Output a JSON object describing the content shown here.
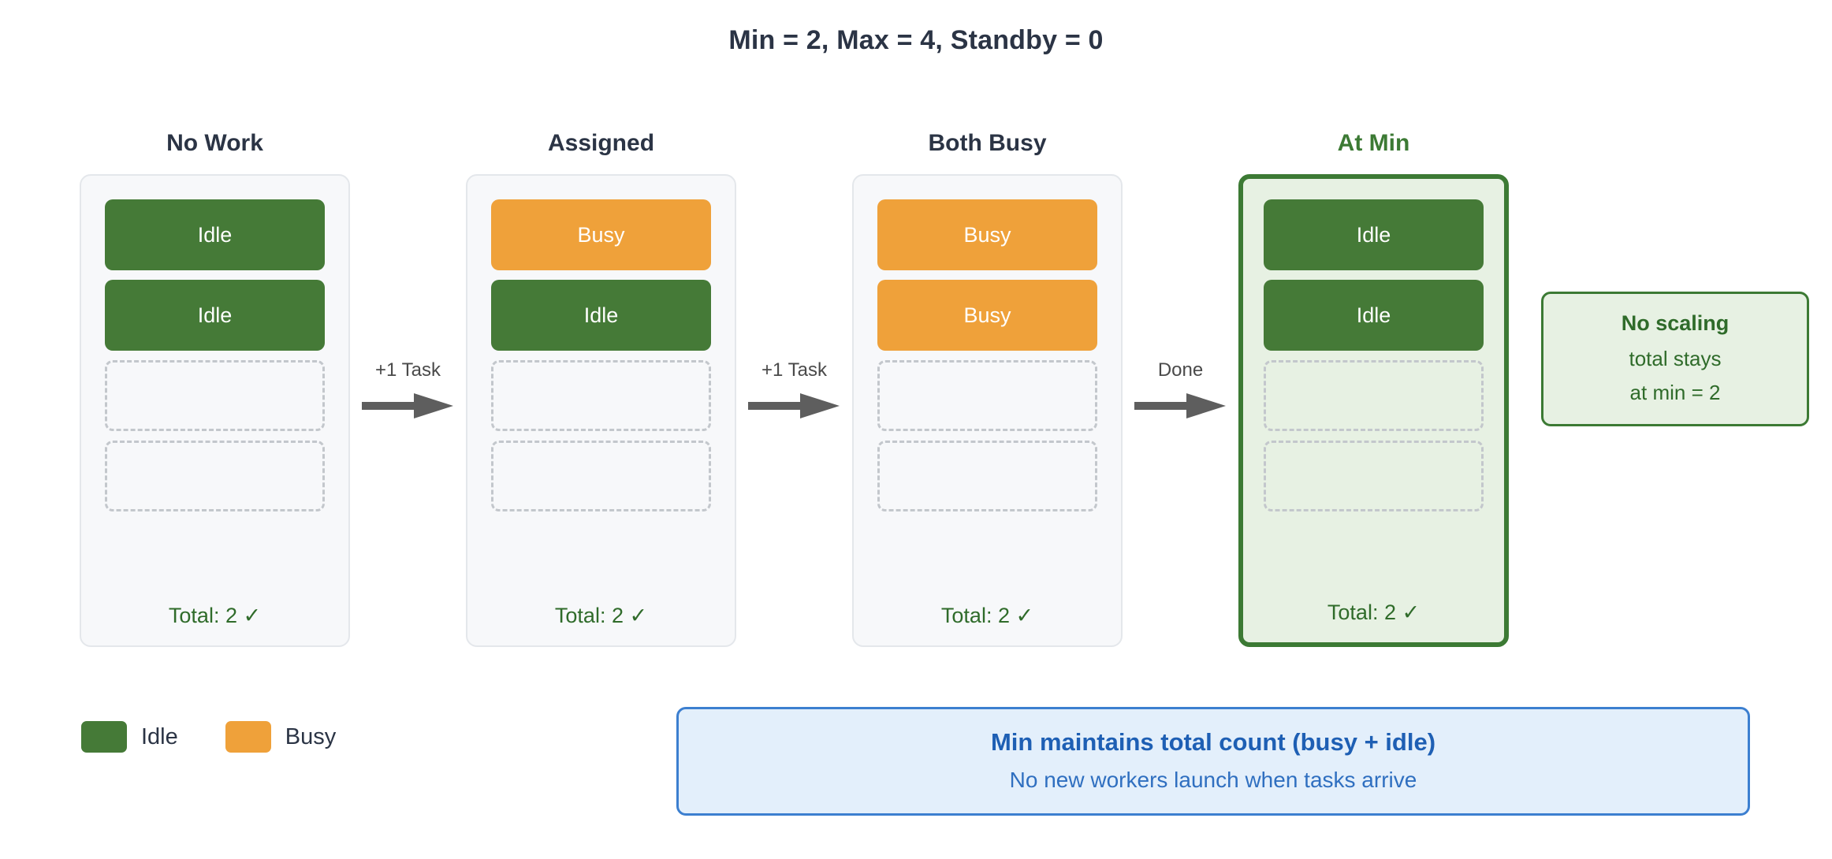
{
  "title": "Min = 2, Max = 4, Standby = 0",
  "colors": {
    "idle": "#457a37",
    "busy": "#efa13a",
    "highlight_border": "#3c7a34",
    "highlight_fill": "#e7f1e3",
    "card_fill": "#f7f8fa",
    "card_border": "#e4e7eb",
    "empty_slot_border": "#c3c7cc",
    "banner_fill": "#e3effb",
    "banner_border": "#3c7fd0",
    "banner_text": "#1e5fb4",
    "arrow": "#5e5e5e",
    "total_text": "#2f6b2a",
    "title_text": "#2b3445"
  },
  "columns": [
    {
      "header": "No Work",
      "highlighted": false,
      "slots": [
        {
          "state": "idle",
          "label": "Idle"
        },
        {
          "state": "idle",
          "label": "Idle"
        },
        {
          "state": "empty",
          "label": ""
        },
        {
          "state": "empty",
          "label": ""
        }
      ],
      "total": "Total: 2 ✓"
    },
    {
      "header": "Assigned",
      "highlighted": false,
      "slots": [
        {
          "state": "busy",
          "label": "Busy"
        },
        {
          "state": "idle",
          "label": "Idle"
        },
        {
          "state": "empty",
          "label": ""
        },
        {
          "state": "empty",
          "label": ""
        }
      ],
      "total": "Total: 2 ✓"
    },
    {
      "header": "Both Busy",
      "highlighted": false,
      "slots": [
        {
          "state": "busy",
          "label": "Busy"
        },
        {
          "state": "busy",
          "label": "Busy"
        },
        {
          "state": "empty",
          "label": ""
        },
        {
          "state": "empty",
          "label": ""
        }
      ],
      "total": "Total: 2 ✓"
    },
    {
      "header": "At Min",
      "highlighted": true,
      "slots": [
        {
          "state": "idle",
          "label": "Idle"
        },
        {
          "state": "idle",
          "label": "Idle"
        },
        {
          "state": "empty",
          "label": ""
        },
        {
          "state": "empty",
          "label": ""
        }
      ],
      "total": "Total: 2 ✓"
    }
  ],
  "arrows": [
    {
      "label": "+1 Task"
    },
    {
      "label": "+1 Task"
    },
    {
      "label": "Done"
    }
  ],
  "side_note": {
    "line1": "No scaling",
    "line2": "total stays",
    "line3": "at min = 2"
  },
  "legend": {
    "items": [
      {
        "label": "Idle",
        "state": "idle"
      },
      {
        "label": "Busy",
        "state": "busy"
      }
    ]
  },
  "banner": {
    "headline": "Min maintains total count (busy + idle)",
    "subtext": "No new workers launch when tasks arrive"
  }
}
